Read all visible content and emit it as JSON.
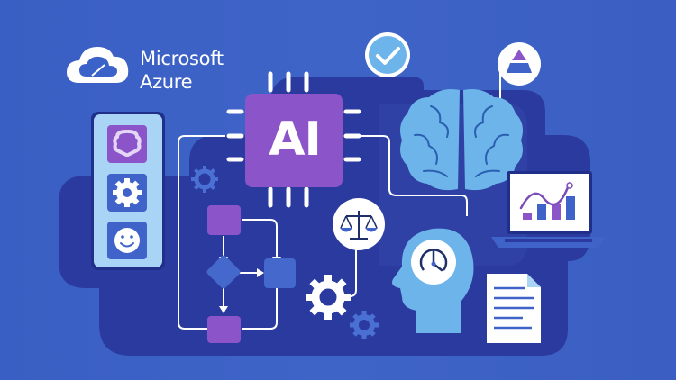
{
  "brand": {
    "line1": "Microsoft",
    "line2": "Azure",
    "logo_icon": "cloud-icon"
  },
  "chip": {
    "label": "AI"
  },
  "sidebar_panel": {
    "items": [
      {
        "icon": "brain-icon",
        "color": "#8b55c9"
      },
      {
        "icon": "gear-icon",
        "color": "#3f63c8"
      },
      {
        "icon": "smiley-icon",
        "color": "#3f63c8"
      }
    ]
  },
  "badges": [
    {
      "icon": "checkmark-icon"
    },
    {
      "icon": "pyramid-icon"
    },
    {
      "icon": "scales-icon"
    }
  ],
  "illustration_elements": [
    "brain-icon",
    "laptop-chart-icon",
    "head-clock-icon",
    "document-icon",
    "flowchart",
    "gear-icon"
  ],
  "colors": {
    "background": "#3d62c6",
    "dark_panel": "#2b3a9e",
    "purple": "#8b55c9",
    "light_blue": "#6cb4ea",
    "pale_blue": "#a9d4f5",
    "white": "#ffffff"
  }
}
